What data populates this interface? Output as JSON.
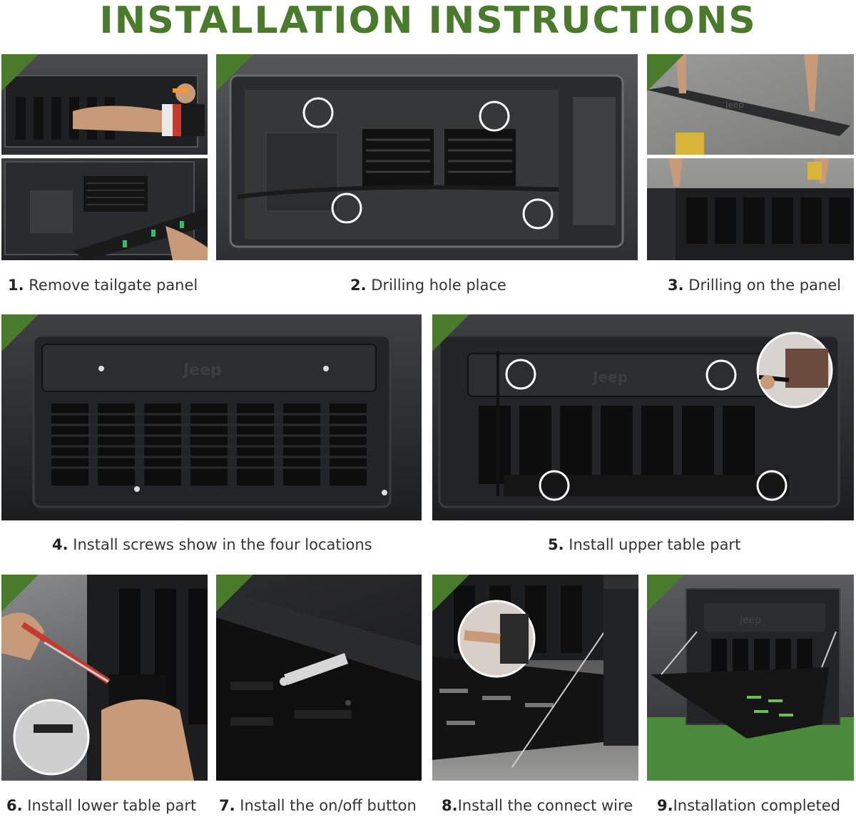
{
  "title": "INSTALLATION INSTRUCTIONS",
  "steps": [
    {
      "num": "1.",
      "text": "Remove tailgate panel"
    },
    {
      "num": "2.",
      "text": "Drilling hole place"
    },
    {
      "num": "3.",
      "text": "Drilling on the panel"
    },
    {
      "num": "4.",
      "text": "Install screws show in the four locations"
    },
    {
      "num": "5.",
      "text": "Install upper table part"
    },
    {
      "num": "6.",
      "text": "Install lower table part"
    },
    {
      "num": "7.",
      "text": "Install the on/off button"
    },
    {
      "num": "8.",
      "text": "Install the connect wire"
    },
    {
      "num": "9.",
      "text": "Installation completed"
    }
  ],
  "logo_text": "Jeep",
  "colors": {
    "accent": "#4a7a2c",
    "photo_dark": "#232427",
    "text": "#333333"
  }
}
